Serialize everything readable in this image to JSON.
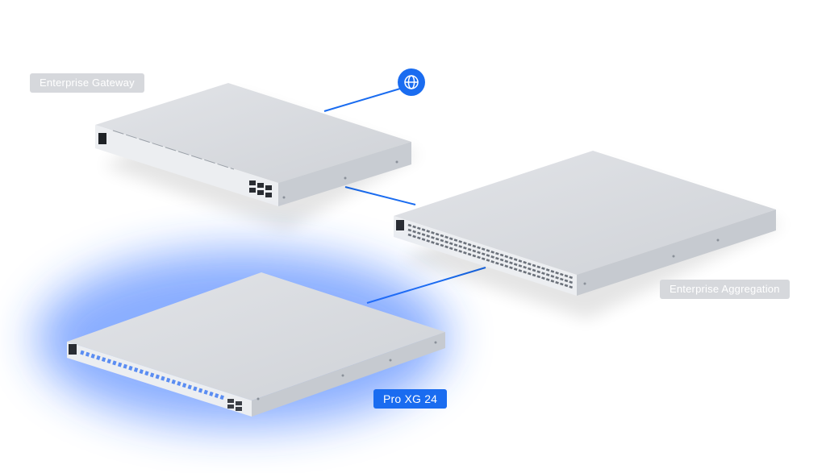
{
  "labels": {
    "gateway": "Enterprise Gateway",
    "aggregation": "Enterprise Aggregation",
    "pro": "Pro XG 24"
  },
  "icons": {
    "internet": "globe-icon"
  },
  "colors": {
    "link": "#1a6cf0",
    "active_label": "#1a6cf0",
    "muted_label": "#d6d8dc",
    "glow": "#2b6cff",
    "device_top": "#dadde2",
    "device_front": "#e9ebee",
    "device_side": "#c3c7cd",
    "port_sfp": "#5b8df2"
  }
}
